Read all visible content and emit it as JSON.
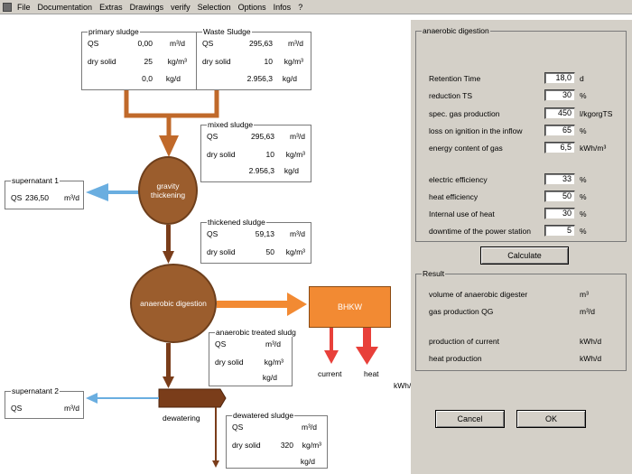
{
  "menu": [
    "File",
    "Documentation",
    "Extras",
    "Drawings",
    "verify",
    "Selection",
    "Options",
    "Infos",
    "?"
  ],
  "primary_sludge": {
    "title": "primary sludge",
    "qs_label": "QS",
    "qs_value": "0,00",
    "qs_unit": "m³/d",
    "ds_label": "dry solid",
    "ds_value": "25",
    "ds_unit": "kg/m³",
    "load_value": "0,0",
    "load_unit": "kg/d"
  },
  "waste_sludge": {
    "title": "Waste Sludge",
    "qs_label": "QS",
    "qs_value": "295,63",
    "qs_unit": "m³/d",
    "ds_label": "dry solid",
    "ds_value": "10",
    "ds_unit": "kg/m³",
    "load_value": "2.956,3",
    "load_unit": "kg/d"
  },
  "mixed_sludge": {
    "title": "mixed sludge",
    "qs_label": "QS",
    "qs_value": "295,63",
    "qs_unit": "m³/d",
    "ds_label": "dry solid",
    "ds_value": "10",
    "ds_unit": "kg/m³",
    "load_value": "2.956,3",
    "load_unit": "kg/d"
  },
  "supernatant_1": {
    "title": "supernatant 1",
    "qs_label": "QS",
    "qs_value": "236,50",
    "qs_unit": "m³/d"
  },
  "gravity_thickening": {
    "label": "gravity thickening"
  },
  "thickened_sludge": {
    "title": "thickened sludge",
    "qs_label": "QS",
    "qs_value": "59,13",
    "qs_unit": "m³/d",
    "ds_label": "dry solid",
    "ds_value": "50",
    "ds_unit": "kg/m³"
  },
  "anaerobic_digestion_node": {
    "label": "anaerobic digestion"
  },
  "bhkw": {
    "label": "BHKW",
    "current_label": "current",
    "heat_label": "heat",
    "stray_unit": "kWh/d"
  },
  "anaerobic_treated": {
    "title": "anaerobic treated sludg",
    "qs_label": "QS",
    "qs_unit": "m³/d",
    "ds_label": "dry solid",
    "ds_unit": "kg/m³",
    "load_unit": "kg/d"
  },
  "supernatant_2": {
    "title": "supernatant 2",
    "qs_label": "QS",
    "qs_unit": "m³/d"
  },
  "dewatering": {
    "label": "dewatering"
  },
  "dewatered_sludge": {
    "title": "dewatered sludge",
    "qs_label": "QS",
    "qs_unit": "m³/d",
    "ds_label": "dry solid",
    "ds_value": "320",
    "ds_unit": "kg/m³",
    "load_unit": "kg/d"
  },
  "panel": {
    "title": "anaerobic digestion",
    "fields": [
      {
        "label": "Retention Time",
        "value": "18,0",
        "unit": "d"
      },
      {
        "label": "reduction TS",
        "value": "30",
        "unit": "%"
      },
      {
        "label": "spec. gas production",
        "value": "450",
        "unit": "l/kgorgTS"
      },
      {
        "label": "loss on ignition in the inflow",
        "value": "65",
        "unit": "%"
      },
      {
        "label": "energy content of gas",
        "value": "6,5",
        "unit": "kWh/m³"
      },
      {
        "label": "electric efficiency",
        "value": "33",
        "unit": "%"
      },
      {
        "label": "heat efficiency",
        "value": "50",
        "unit": "%"
      },
      {
        "label": "Internal use of heat",
        "value": "30",
        "unit": "%"
      },
      {
        "label": "downtime of the power station",
        "value": "5",
        "unit": "%"
      }
    ],
    "calculate_label": "Calculate"
  },
  "result": {
    "title": "Result",
    "rows": [
      {
        "label": "volume of anaerobic digester",
        "unit": "m³"
      },
      {
        "label": "gas production QG",
        "unit": "m³/d"
      },
      {
        "label": "production of current",
        "unit": "kWh/d"
      },
      {
        "label": "heat production",
        "unit": "kWh/d"
      }
    ]
  },
  "buttons": {
    "cancel": "Cancel",
    "ok": "OK"
  },
  "colors": {
    "stream": "#c0692a",
    "circle": "#9b5d2d",
    "bhkw": "#f28a33",
    "supernatant": "#6aaee0",
    "energy": "#e8403a",
    "dewatering": "#7a3d1a"
  }
}
